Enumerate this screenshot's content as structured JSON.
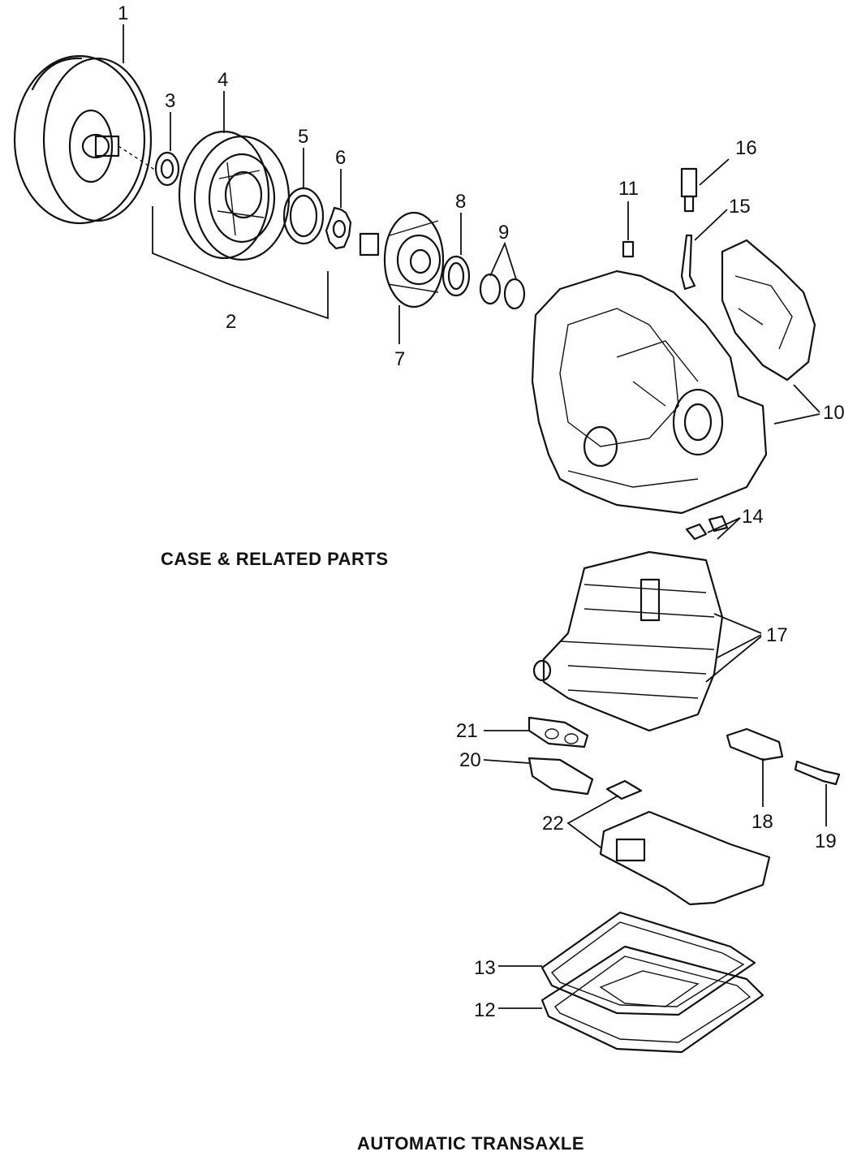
{
  "section_title": "CASE & RELATED PARTS",
  "footer_title": "AUTOMATIC TRANSAXLE",
  "callouts": [
    "1",
    "2",
    "3",
    "4",
    "5",
    "6",
    "7",
    "8",
    "9",
    "10",
    "11",
    "12",
    "13",
    "14",
    "15",
    "16",
    "17",
    "18",
    "19",
    "20",
    "21",
    "22"
  ]
}
